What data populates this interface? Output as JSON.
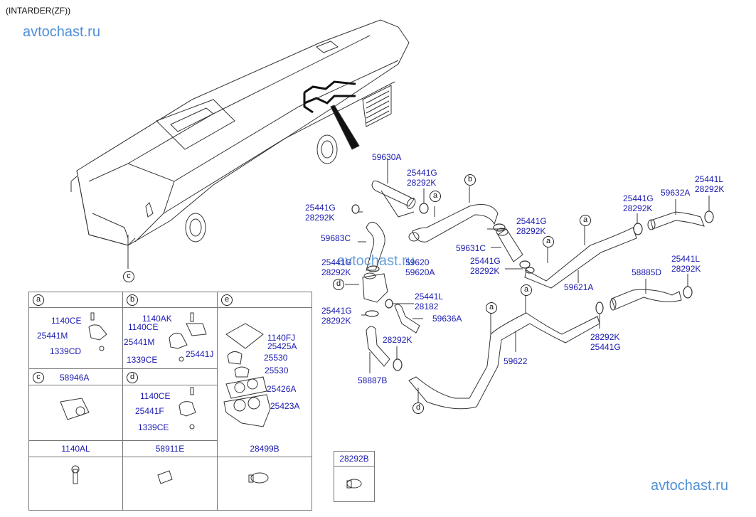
{
  "title": "(INTARDER(ZF))",
  "watermarks": [
    "avtochast.ru",
    "avtochast.ru",
    "avtochast.ru"
  ],
  "callouts": {
    "a": "a",
    "b": "b",
    "c": "c",
    "d": "d",
    "e": "e"
  },
  "main_labels": {
    "l59630A": "59630A",
    "l25441G_1": "25441G",
    "l28292K_1": "28292K",
    "l25441G_2": "25441G",
    "l28292K_2": "28292K",
    "l59683C": "59683C",
    "l25441G_3": "25441G",
    "l28292K_3": "28292K",
    "l59620": "59620",
    "l59620A": "59620A",
    "l25441G_4": "25441G",
    "l28292K_4": "28292K",
    "l59631C": "59631C",
    "l25441G_5": "25441G",
    "l28292K_5": "28292K",
    "l59621A": "59621A",
    "l25441G_6": "25441G",
    "l28292K_6": "28292K",
    "l59632A": "59632A",
    "l25441L_1": "25441L",
    "l28292K_7": "28292K",
    "l25441L_2": "25441L",
    "l28292K_8": "28292K",
    "l58885D": "58885D",
    "l25441L_3": "25441L",
    "l28182": "28182",
    "l25441G_7": "25441G",
    "l28292K_9": "28292K",
    "l59636A": "59636A",
    "l28292K_10": "28292K",
    "l58887B": "58887B",
    "l59622": "59622",
    "l28292K_11": "28292K",
    "l25441G_8": "25441G"
  },
  "table": {
    "a": {
      "header": "a",
      "parts": [
        "1140CE",
        "25441M",
        "1339CD"
      ]
    },
    "b": {
      "header": "b",
      "parts": [
        "1140AK",
        "1140CE",
        "25441M",
        "1339CE",
        "25441J"
      ]
    },
    "c": {
      "header": "c",
      "part": "58946A"
    },
    "d": {
      "header": "d",
      "parts": [
        "1140CE",
        "25441F",
        "1339CE"
      ]
    },
    "e": {
      "header": "e",
      "parts": [
        "1140FJ",
        "25425A",
        "25530",
        "25530",
        "25426A",
        "25423A"
      ]
    },
    "bottom": [
      "1140AL",
      "58911E",
      "28499B"
    ]
  },
  "extra_box": {
    "part": "28292B"
  }
}
